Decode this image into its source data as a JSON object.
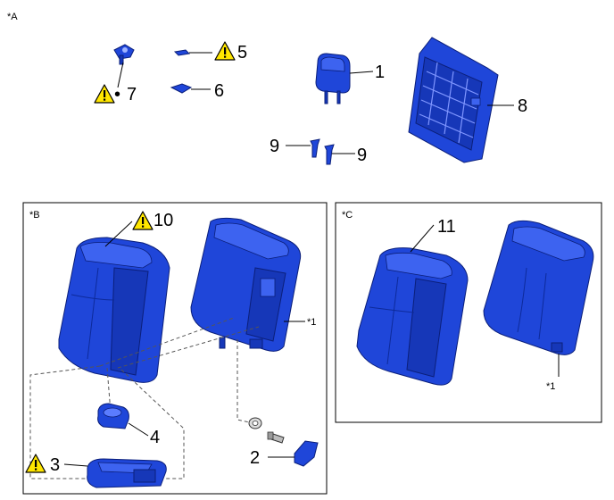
{
  "sections": {
    "a": {
      "label": "*A"
    },
    "b": {
      "label": "*B"
    },
    "c": {
      "label": "*C"
    }
  },
  "callouts": {
    "p1": "1",
    "p2": "2",
    "p3": "3",
    "p4": "4",
    "p5": "5",
    "p6": "6",
    "p7": "7",
    "p8": "8",
    "p9a": "9",
    "p9b": "9",
    "p10": "10",
    "p11": "11"
  },
  "notes": {
    "ref_b": "*1",
    "ref_c": "*1",
    "bullet": "•"
  },
  "colors": {
    "part_fill": "#1f46d9",
    "warning_fill": "#ffe600"
  },
  "icons": [
    "warning-icon"
  ]
}
